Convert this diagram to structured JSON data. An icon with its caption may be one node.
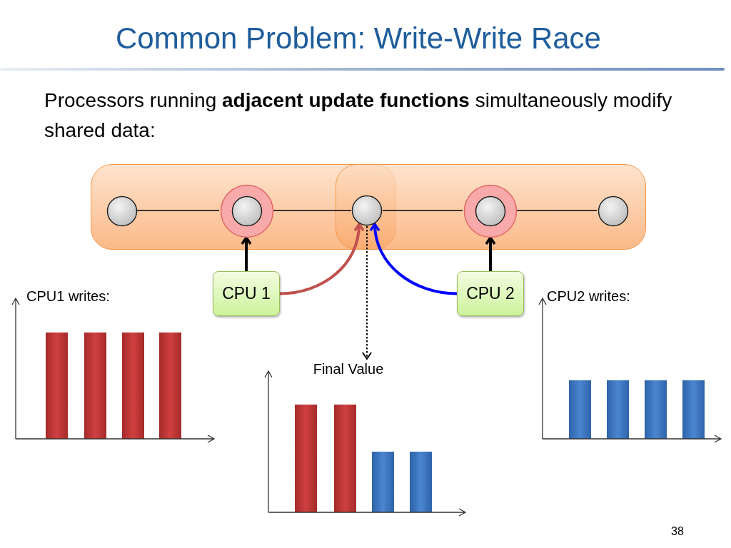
{
  "diagram": {
    "title": "Common Problem: Write-Write Race",
    "nodes": [
      {
        "text": [],
        "shape": "box"
      },
      {
        "text": [],
        "shape": "box"
      },
      {
        "text": [],
        "shape": "circle",
        "in": 0
      },
      {
        "text": [],
        "shape": "circle",
        "in": 0
      },
      {
        "text": [],
        "shape": "circle"
      },
      {
        "text": [],
        "shape": "circle",
        "in": 1
      },
      {
        "text": [],
        "shape": "circle",
        "in": 1
      },
      {
        "text": [
          "CPU 1"
        ]
      },
      {
        "text": [
          "CPU 2"
        ]
      },
      {
        "text": [
          "Final Value"
        ]
      }
    ],
    "edges": [
      {
        "from": 2,
        "to": 3,
        "arrow": "none"
      },
      {
        "from": 3,
        "to": 4,
        "arrow": "none"
      },
      {
        "from": 4,
        "to": 5,
        "arrow": "none"
      },
      {
        "from": 5,
        "to": 6,
        "arrow": "none"
      },
      {
        "from": 7,
        "to": 3,
        "arrow": "to",
        "style": "thick"
      },
      {
        "from": 8,
        "to": 5,
        "arrow": "to",
        "style": "thick"
      },
      {
        "from": 7,
        "to": 4,
        "arrow": "to",
        "style": "thick",
        "color": "#c0504d"
      },
      {
        "from": 8,
        "to": 4,
        "arrow": "to",
        "style": "thick",
        "color": "#0000ff"
      },
      {
        "from": 4,
        "to": 9,
        "arrow": "to",
        "style": "dashed"
      }
    ],
    "labels": [
      "Processors running **adjacent update functions** simultaneously modify shared data:",
      "CPU1 writes:",
      "CPU2 writes:",
      "38"
    ]
  }
}
